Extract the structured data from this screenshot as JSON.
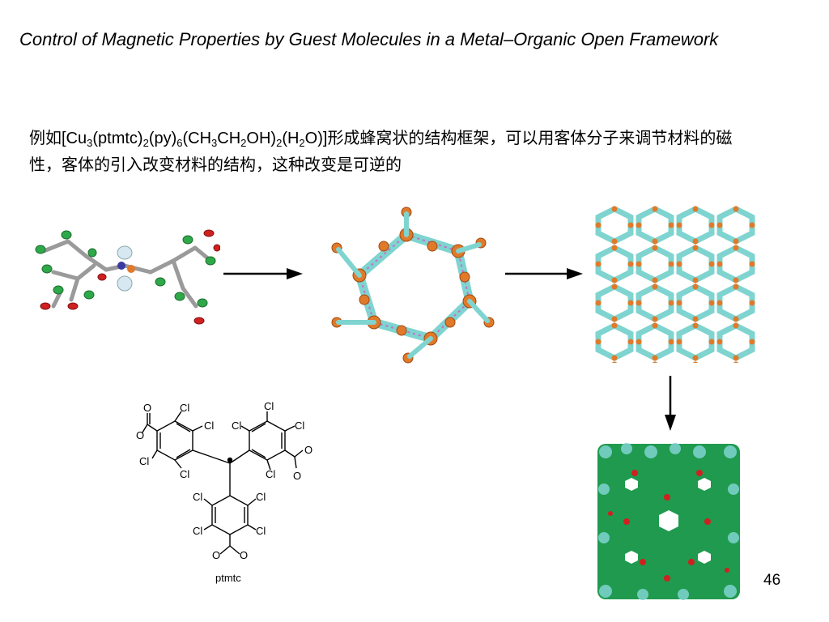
{
  "slide": {
    "title": "Control of Magnetic Properties by Guest Molecules in a Metal–Organic Open Framework",
    "body": {
      "prefix": "例如",
      "formula_parts": [
        "[Cu",
        "3",
        "(ptmtc)",
        "2",
        "(py)",
        "6",
        "(CH",
        "3",
        "CH",
        "2",
        "OH)",
        "2",
        "(H",
        "2",
        "O)]"
      ],
      "suffix": "形成蜂窝状的结构框架，可以用客体分子来调节材料的磁性，客体的引入改变材料的结构，这种改变是可逆的"
    },
    "figures": {
      "ligand_labels": {
        "cl": "Cl",
        "o": "O",
        "name": "ptmtc"
      }
    },
    "page_number": "46",
    "colors": {
      "carbon": "#7fd4d0",
      "copper": "#e07a2a",
      "chlorine": "#2fa84a",
      "oxygen": "#d02020",
      "bond_gray": "#9a9a9a"
    }
  }
}
